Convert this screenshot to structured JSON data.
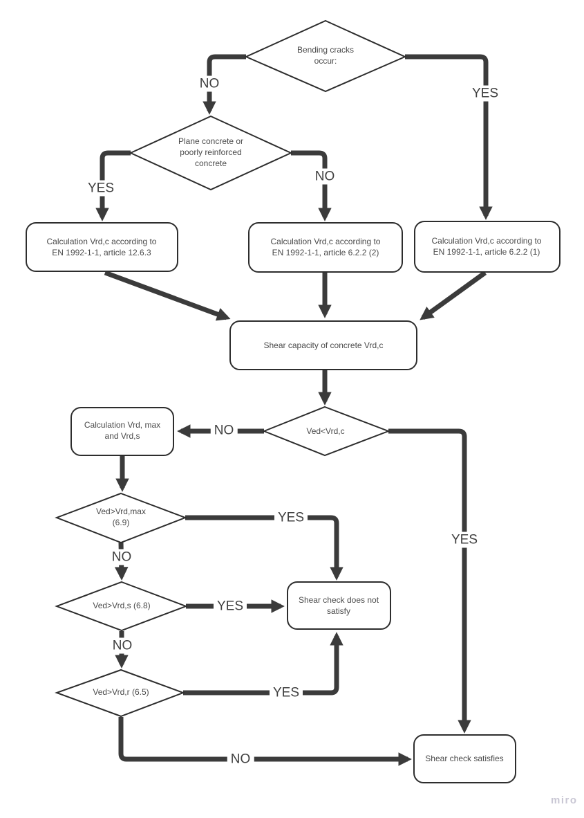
{
  "app": {
    "watermark": "miro"
  },
  "colors": {
    "background": "#ffffff",
    "connector_line": "#3b3b3b",
    "shape_border": "#2d2d2d",
    "shape_fill": "#ffffff",
    "node_text": "#4a4a4a",
    "edge_label_text": "#3f3f3f",
    "watermark_text": "#c9c7d4"
  },
  "flowchart": {
    "nodes": {
      "bending_cracks": {
        "type": "decision",
        "label": "Bending cracks occur:"
      },
      "plane_concrete": {
        "type": "decision",
        "label": "Plane concrete or poorly reinforced concrete"
      },
      "calc_12_6_3": {
        "type": "process",
        "label": "Calculation Vrd,c according to EN 1992-1-1, article 12.6.3"
      },
      "calc_6_2_2_2": {
        "type": "process",
        "label": "Calculation Vrd,c according to EN 1992-1-1, article 6.2.2 (2)"
      },
      "calc_6_2_2_1": {
        "type": "process",
        "label": "Calculation Vrd,c according to EN 1992-1-1, article 6.2.2 (1)"
      },
      "shear_capacity": {
        "type": "process",
        "label": "Shear capacity of concrete Vrd,c"
      },
      "ved_lt_vrdc": {
        "type": "decision",
        "label": "Ved<Vrd,c"
      },
      "calc_vrdmax_vrds": {
        "type": "process",
        "label": "Calculation Vrd, max and Vrd,s"
      },
      "ved_gt_vrdmax": {
        "type": "decision",
        "label": "Ved>Vrd,max (6.9)"
      },
      "ved_gt_vrds": {
        "type": "decision",
        "label": "Ved>Vrd,s (6.8)"
      },
      "ved_gt_vrdr": {
        "type": "decision",
        "label": "Ved>Vrd,r (6.5)"
      },
      "check_not_satisfy": {
        "type": "process",
        "label": "Shear check does not satisfy"
      },
      "check_satisfies": {
        "type": "process",
        "label": "Shear check satisfies"
      }
    },
    "edge_labels": {
      "bending_no": "NO",
      "bending_yes": "YES",
      "plane_yes": "YES",
      "plane_no": "NO",
      "vrdc_no": "NO",
      "vrdc_yes": "YES",
      "vrdmax_yes": "YES",
      "vrdmax_no": "NO",
      "vrds_yes": "YES",
      "vrds_no": "NO",
      "vrdr_yes": "YES",
      "vrdr_no": "NO"
    }
  }
}
